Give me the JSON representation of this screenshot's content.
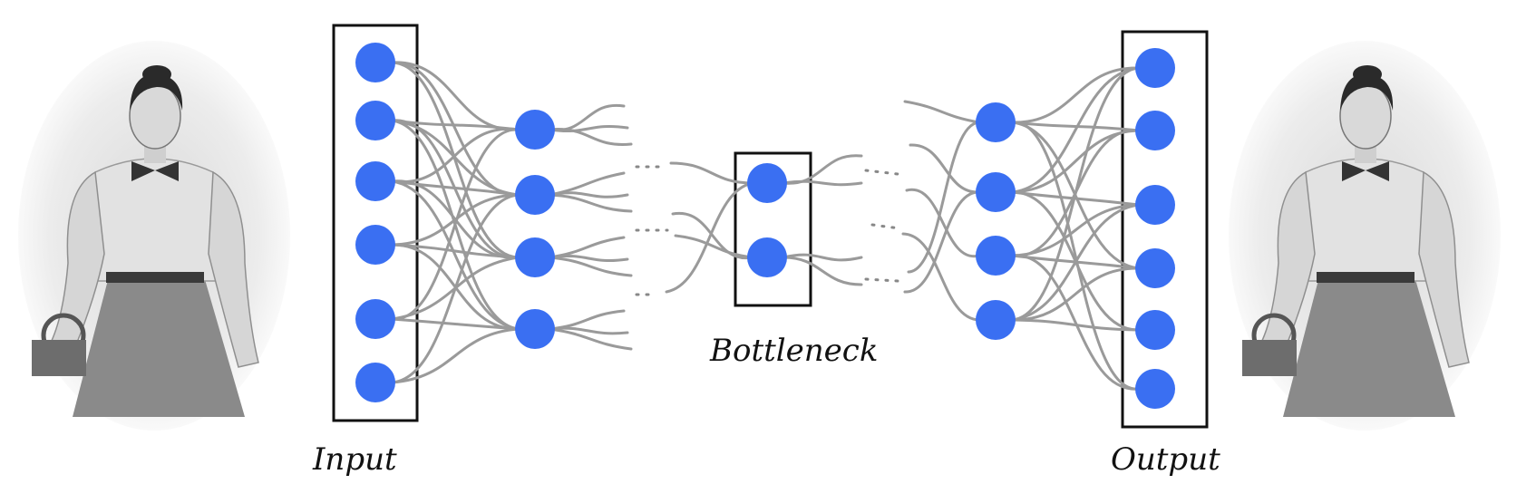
{
  "labels": {
    "input": "Input",
    "bottleneck": "Bottleneck",
    "output": "Output"
  },
  "layers": [
    {
      "name": "input",
      "nodes": 6
    },
    {
      "name": "encoder-hidden",
      "nodes": 4
    },
    {
      "name": "bottleneck",
      "nodes": 2
    },
    {
      "name": "decoder-hidden",
      "nodes": 4
    },
    {
      "name": "output",
      "nodes": 6
    }
  ],
  "colors": {
    "node": "#3a6ff2",
    "edge": "#9a9a9a",
    "box": "#111111"
  },
  "images": {
    "left": "portrait-photo-input",
    "right": "portrait-photo-output"
  }
}
